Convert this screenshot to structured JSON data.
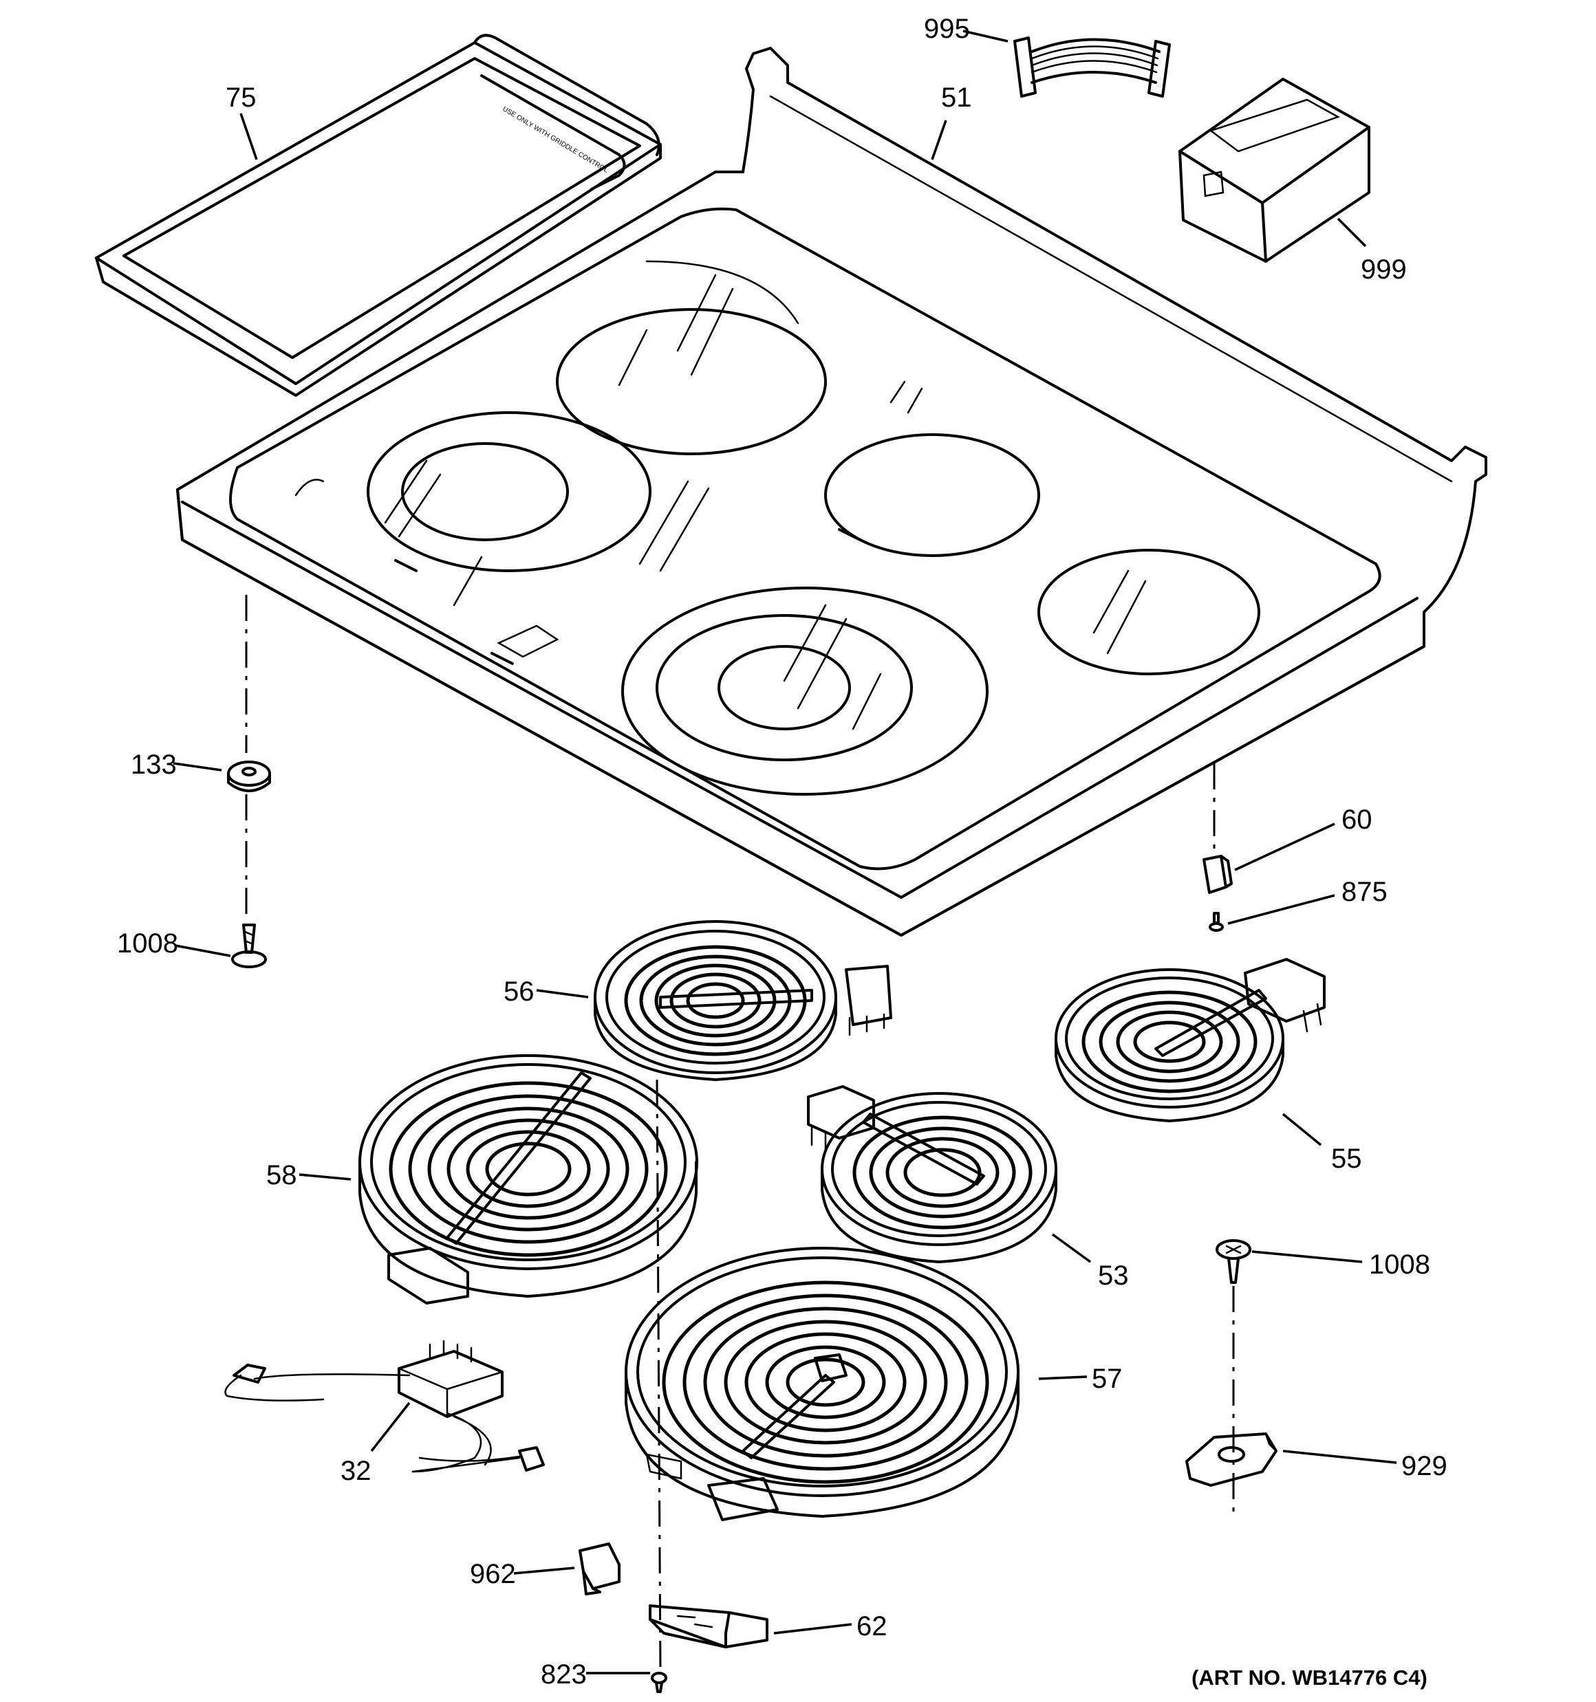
{
  "art_number": "(ART NO. WB14776 C4)",
  "griddle_imprint": "USE ONLY WITH GRIDDLE CONTROL",
  "callouts": [
    {
      "id": "c995",
      "text": "995"
    },
    {
      "id": "c75",
      "text": "75"
    },
    {
      "id": "c51",
      "text": "51"
    },
    {
      "id": "c999",
      "text": "999"
    },
    {
      "id": "c133",
      "text": "133"
    },
    {
      "id": "c1008a",
      "text": "1008"
    },
    {
      "id": "c60",
      "text": "60"
    },
    {
      "id": "c875",
      "text": "875"
    },
    {
      "id": "c56",
      "text": "56"
    },
    {
      "id": "c58",
      "text": "58"
    },
    {
      "id": "c55",
      "text": "55"
    },
    {
      "id": "c53",
      "text": "53"
    },
    {
      "id": "c1008b",
      "text": "1008"
    },
    {
      "id": "c57",
      "text": "57"
    },
    {
      "id": "c32",
      "text": "32"
    },
    {
      "id": "c929",
      "text": "929"
    },
    {
      "id": "c962",
      "text": "962"
    },
    {
      "id": "c62",
      "text": "62"
    },
    {
      "id": "c823",
      "text": "823"
    }
  ]
}
